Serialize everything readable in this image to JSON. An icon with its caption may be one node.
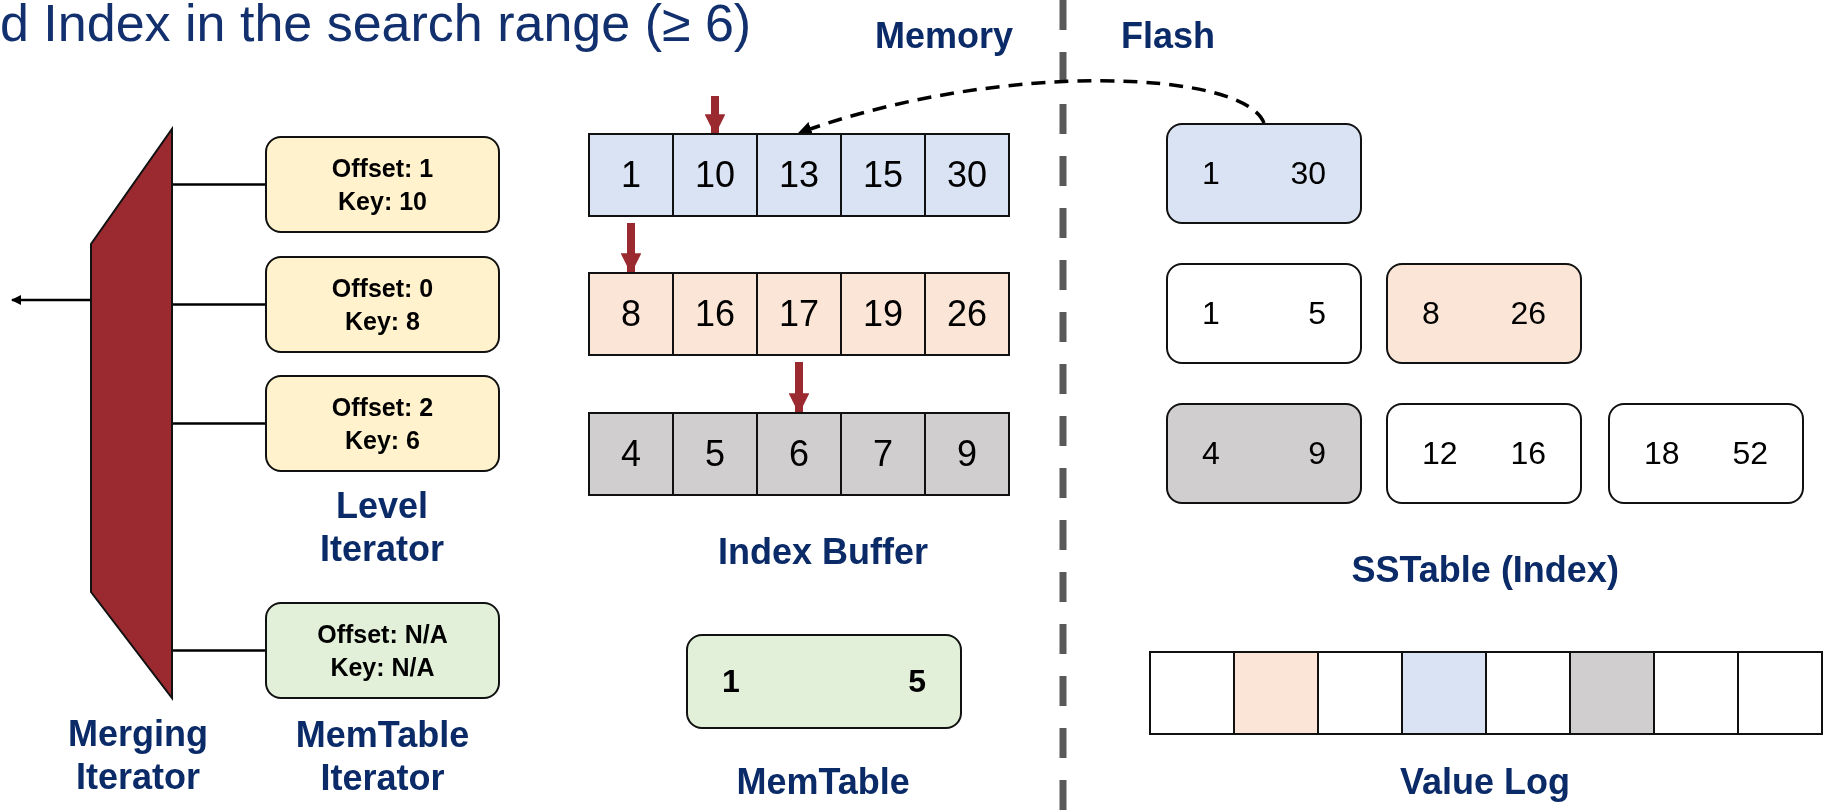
{
  "diagram": {
    "title": "d Index in the search range (≥ 6)",
    "nodes": [
      {
        "text": [],
        "shape": "trapezoid"
      },
      {
        "text": [
          "Offset: 1",
          "Key: 10"
        ]
      },
      {
        "text": [
          "Offset: 0",
          "Key: 8"
        ]
      },
      {
        "text": [
          "Offset: 2",
          "Key: 6"
        ]
      },
      {
        "text": [
          "Offset: N/A",
          "Key: N/A"
        ],
        "beside": [
          "MemTable Iterator"
        ]
      },
      {
        "text": [
          "1"
        ]
      },
      {
        "text": [
          "10"
        ]
      },
      {
        "text": [
          "13"
        ]
      },
      {
        "text": [
          "15"
        ]
      },
      {
        "text": [
          "30"
        ]
      },
      {
        "text": [
          "8"
        ]
      },
      {
        "text": [
          "16"
        ]
      },
      {
        "text": [
          "17"
        ]
      },
      {
        "text": [
          "19"
        ]
      },
      {
        "text": [
          "26"
        ]
      },
      {
        "text": [
          "4"
        ]
      },
      {
        "text": [
          "5"
        ]
      },
      {
        "text": [
          "6"
        ]
      },
      {
        "text": [
          "7"
        ]
      },
      {
        "text": [
          "9"
        ]
      },
      {
        "text": [
          "1",
          "5"
        ]
      },
      {
        "text": [
          "1",
          "30"
        ]
      },
      {
        "text": [
          "1",
          "5"
        ]
      },
      {
        "text": [
          "8",
          "26"
        ]
      },
      {
        "text": [
          "4",
          "9"
        ]
      },
      {
        "text": [
          "12",
          "16"
        ]
      },
      {
        "text": [
          "18",
          "52"
        ]
      },
      {
        "text": [],
        "shape": "box"
      },
      {
        "text": [],
        "shape": "box"
      },
      {
        "text": [],
        "shape": "box"
      },
      {
        "text": [],
        "shape": "box"
      },
      {
        "text": [],
        "shape": "box"
      },
      {
        "text": [],
        "shape": "box"
      },
      {
        "text": [],
        "shape": "box"
      },
      {
        "text": [],
        "shape": "box"
      }
    ],
    "edges": [
      {
        "from": 0,
        "to": null,
        "arrow": "to"
      },
      {
        "from": 0,
        "to": 1,
        "arrow": "none"
      },
      {
        "from": 0,
        "to": 2,
        "arrow": "none"
      },
      {
        "from": 0,
        "to": 3,
        "arrow": "none"
      },
      {
        "from": 0,
        "to": 4,
        "arrow": "none"
      },
      {
        "from": null,
        "to": 6,
        "arrow": "to",
        "style": "thick",
        "color": "#9b2a30"
      },
      {
        "from": 5,
        "to": 10,
        "arrow": "to",
        "style": "thick",
        "color": "#9b2a30"
      },
      {
        "from": 12,
        "to": 17,
        "arrow": "to",
        "style": "thick",
        "color": "#9b2a30"
      },
      {
        "from": 21,
        "to": 7,
        "arrow": "to",
        "style": "dashed"
      }
    ],
    "labels": [
      "Memory",
      "Flash",
      "Level Iterator",
      "Index Buffer",
      "SSTable (Index)",
      "Merging Iterator",
      "MemTable",
      "Value Log"
    ]
  }
}
